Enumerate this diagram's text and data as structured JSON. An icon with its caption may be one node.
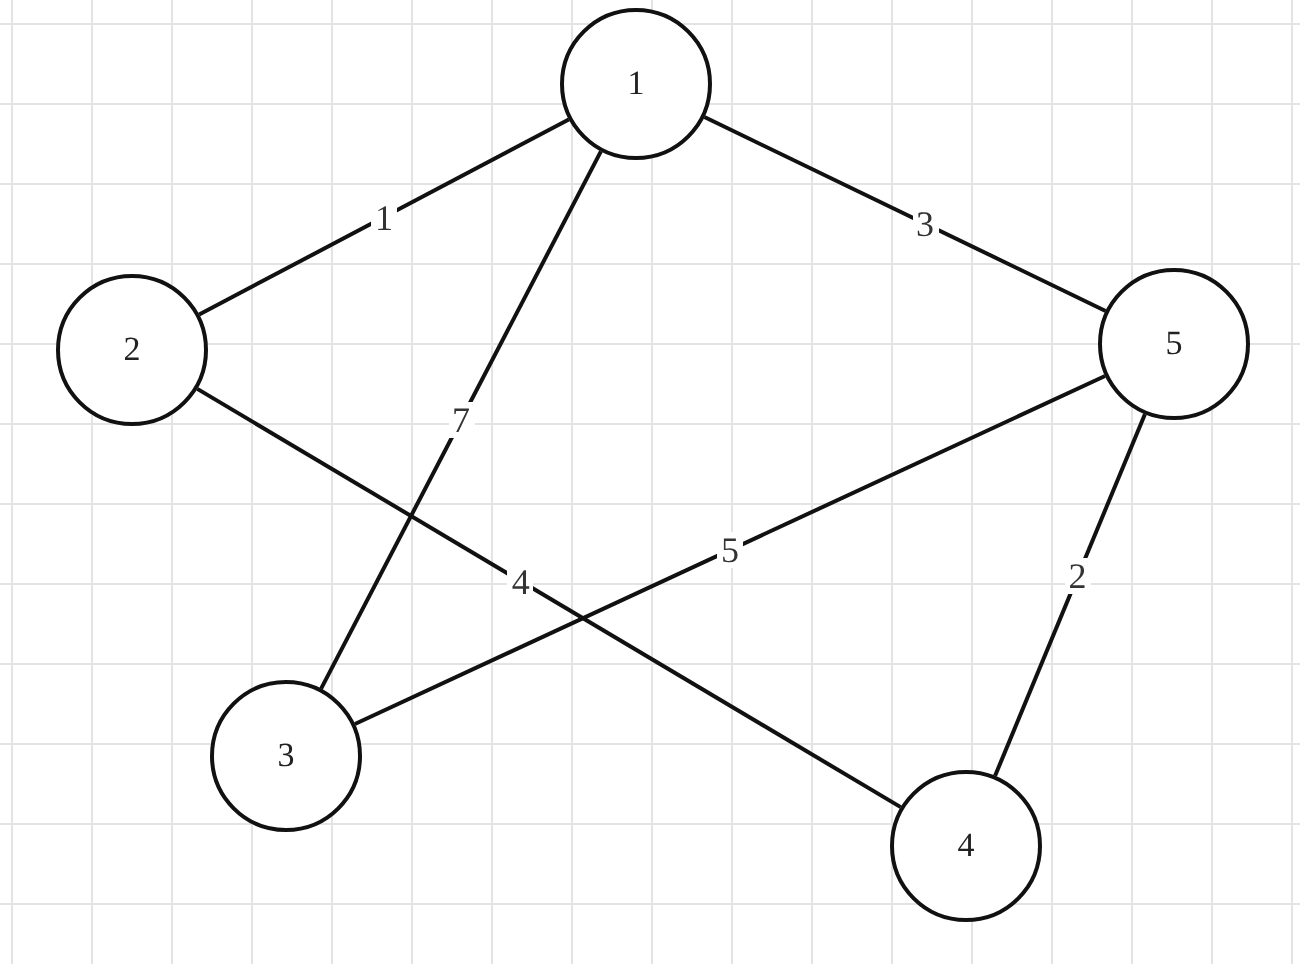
{
  "diagram": {
    "nodes": [
      {
        "text": [
          "1"
        ]
      },
      {
        "text": [
          "2"
        ]
      },
      {
        "text": [
          "3"
        ]
      },
      {
        "text": [
          "4"
        ]
      },
      {
        "text": [
          "5"
        ]
      }
    ],
    "edges": [
      {
        "from": 1,
        "to": 0,
        "arrow": "none",
        "label": "1"
      },
      {
        "from": 0,
        "to": 4,
        "arrow": "none",
        "label": "3"
      },
      {
        "from": 0,
        "to": 2,
        "arrow": "none",
        "label": "7"
      },
      {
        "from": 4,
        "to": 2,
        "arrow": "none",
        "label": "5"
      },
      {
        "from": 1,
        "to": 3,
        "arrow": "none",
        "label": "4"
      },
      {
        "from": 4,
        "to": 3,
        "arrow": "none",
        "label": "2"
      }
    ]
  }
}
